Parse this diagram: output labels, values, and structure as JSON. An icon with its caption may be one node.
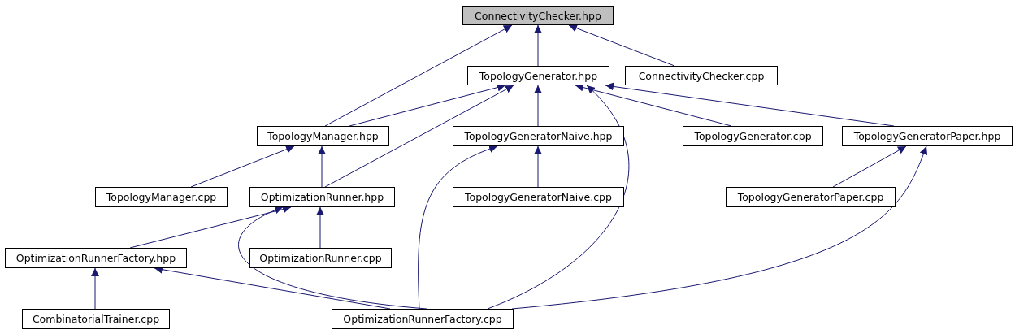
{
  "diagram": {
    "nodes": [
      {
        "text": [
          "ConnectivityChecker.hpp"
        ]
      },
      {
        "text": [
          "TopologyGenerator.hpp"
        ]
      },
      {
        "text": [
          "ConnectivityChecker.cpp"
        ]
      },
      {
        "text": [
          "TopologyManager.hpp"
        ]
      },
      {
        "text": [
          "TopologyGeneratorNaive.hpp"
        ]
      },
      {
        "text": [
          "TopologyGenerator.cpp"
        ]
      },
      {
        "text": [
          "TopologyGeneratorPaper.hpp"
        ]
      },
      {
        "text": [
          "TopologyManager.cpp"
        ]
      },
      {
        "text": [
          "OptimizationRunner.hpp"
        ]
      },
      {
        "text": [
          "TopologyGeneratorNaive.cpp"
        ]
      },
      {
        "text": [
          "TopologyGeneratorPaper.cpp"
        ]
      },
      {
        "text": [
          "OptimizationRunnerFactory.hpp"
        ]
      },
      {
        "text": [
          "OptimizationRunner.cpp"
        ]
      },
      {
        "text": [
          "CombinatorialTrainer.cpp"
        ]
      },
      {
        "text": [
          "OptimizationRunnerFactory.cpp"
        ]
      }
    ],
    "edges": [
      {
        "from": 1,
        "to": 0,
        "arrow": "to"
      },
      {
        "from": 3,
        "to": 0,
        "arrow": "to"
      },
      {
        "from": 2,
        "to": 0,
        "arrow": "to"
      },
      {
        "from": 3,
        "to": 1,
        "arrow": "to"
      },
      {
        "from": 8,
        "to": 1,
        "arrow": "to"
      },
      {
        "from": 4,
        "to": 1,
        "arrow": "to"
      },
      {
        "from": 14,
        "to": 1,
        "arrow": "to"
      },
      {
        "from": 5,
        "to": 1,
        "arrow": "to"
      },
      {
        "from": 6,
        "to": 1,
        "arrow": "to"
      },
      {
        "from": 7,
        "to": 3,
        "arrow": "to"
      },
      {
        "from": 8,
        "to": 3,
        "arrow": "to"
      },
      {
        "from": 14,
        "to": 4,
        "arrow": "to"
      },
      {
        "from": 9,
        "to": 4,
        "arrow": "to"
      },
      {
        "from": 10,
        "to": 6,
        "arrow": "to"
      },
      {
        "from": 14,
        "to": 6,
        "arrow": "to"
      },
      {
        "from": 11,
        "to": 8,
        "arrow": "to"
      },
      {
        "from": 12,
        "to": 8,
        "arrow": "to"
      },
      {
        "from": 14,
        "to": 8,
        "arrow": "to"
      },
      {
        "from": 13,
        "to": 11,
        "arrow": "to"
      },
      {
        "from": 14,
        "to": 11,
        "arrow": "to"
      }
    ]
  }
}
